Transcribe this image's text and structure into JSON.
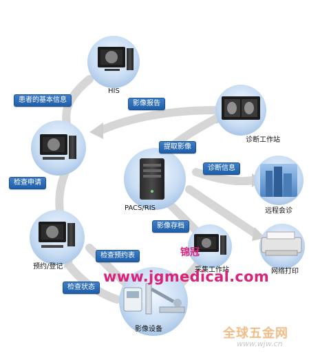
{
  "nodes": {
    "his": "HIS",
    "diagnosis_station": "诊断工作站",
    "pacs_ris": "PACS/RIS",
    "remote_consult": "远程会诊",
    "acquisition_station": "采集工作站",
    "network_print": "网络打印",
    "imaging_device": "影像设备",
    "appointment": "预约/登记"
  },
  "flows": {
    "patient_info": "患者的基本信息",
    "image_report": "影像报告",
    "retrieve_image": "提取影像",
    "diagnosis_info": "诊断信息",
    "exam_request": "检查申请",
    "image_archive": "影像存档",
    "appointment_form": "检查预约表",
    "exam_status": "检查状态"
  },
  "watermarks": {
    "site_url": "www.jgmedical.com",
    "site_cn": "锦冠",
    "corner_logo": "全球五金网",
    "corner_url": "www.wjw.cn"
  },
  "colors": {
    "tag_blue": "#2a6cb8",
    "arrow_gray": "#c9c9c9",
    "watermark_pink": "#d8237a"
  }
}
